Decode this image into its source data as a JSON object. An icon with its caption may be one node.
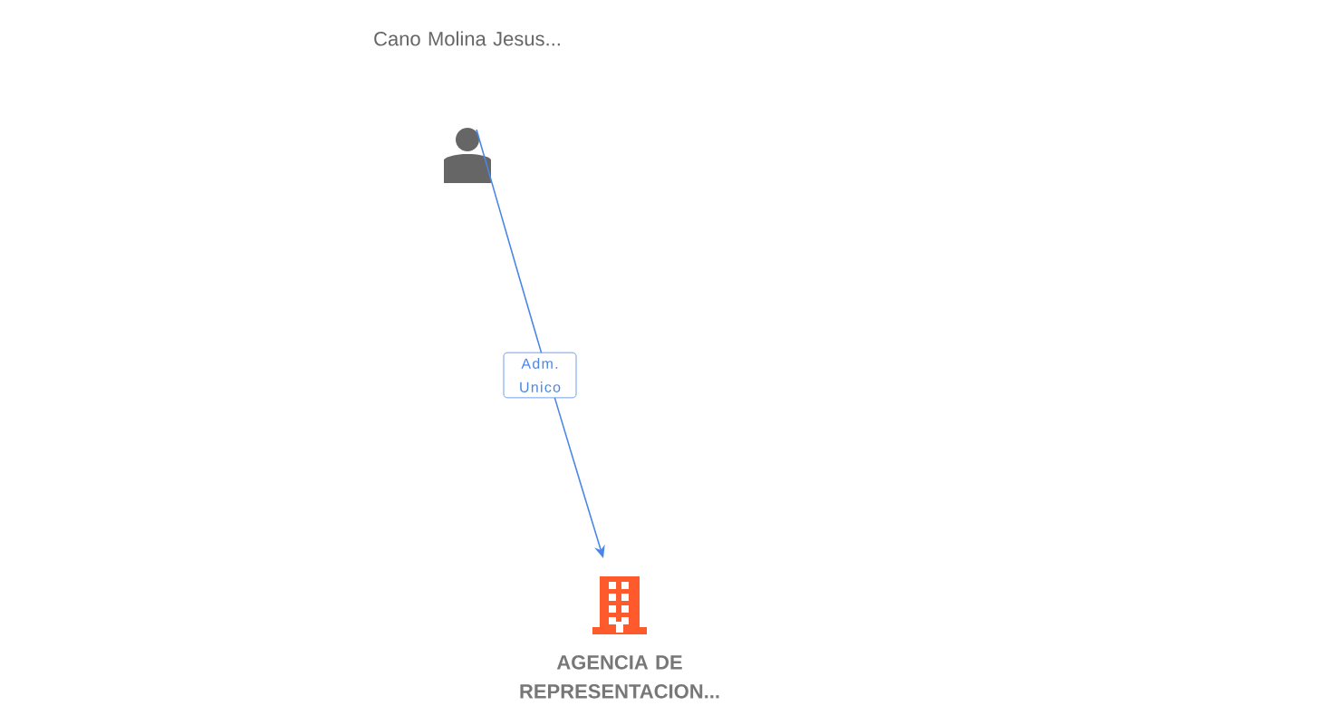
{
  "diagram": {
    "nodes": [
      {
        "text": [
          "Cano Molina Jesus..."
        ]
      },
      {
        "text": [
          "AGENCIA DE REPRESENTACION..."
        ]
      }
    ],
    "edges": [
      {
        "from": 0,
        "to": 1,
        "arrow": "to",
        "label": "Adm. Unico",
        "color": "#4a86e8"
      }
    ]
  }
}
